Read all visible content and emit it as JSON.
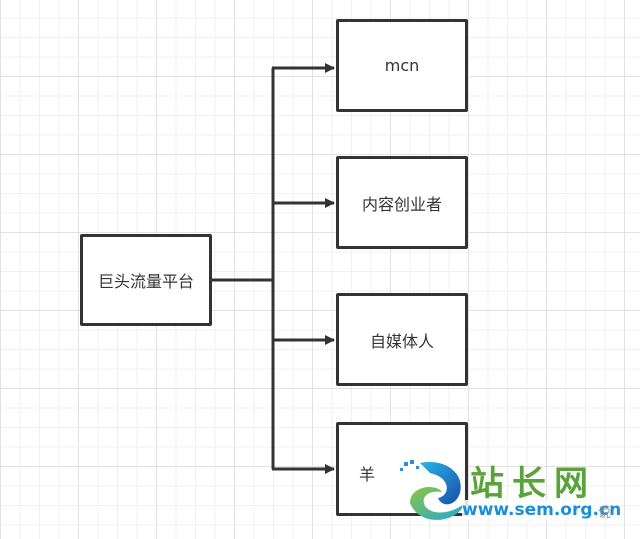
{
  "diagram": {
    "source": {
      "label": "巨头流量平台"
    },
    "targets": [
      {
        "label": "mcn"
      },
      {
        "label": "内容创业者"
      },
      {
        "label": "自媒体人"
      },
      {
        "label": "羊"
      }
    ]
  },
  "watermark": {
    "name": "站长网",
    "url": "www.sem.org.cn",
    "tail": "说"
  }
}
